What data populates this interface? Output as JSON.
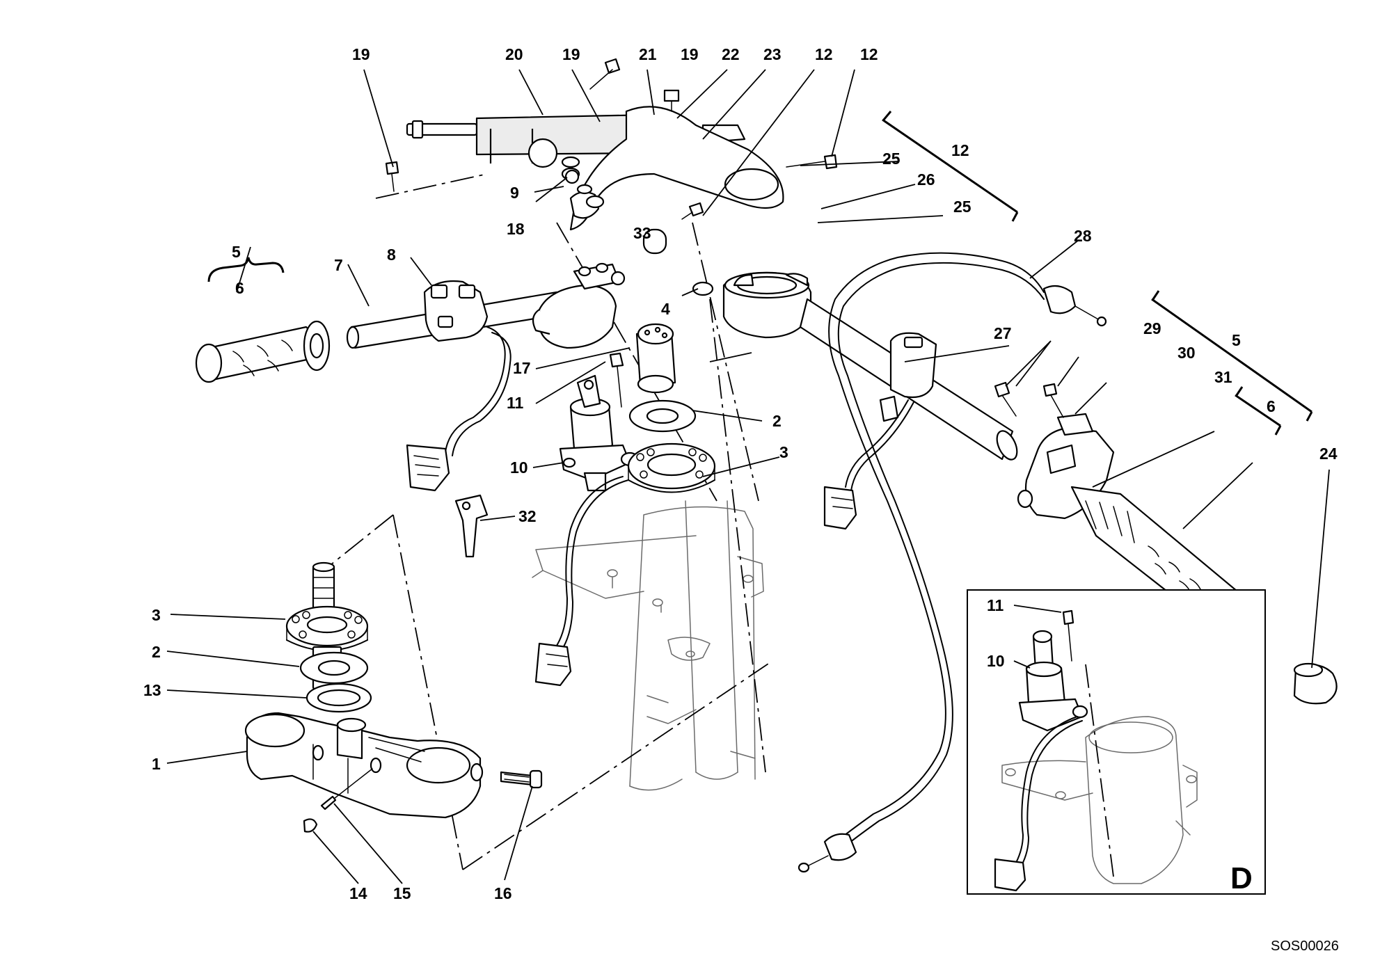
{
  "diagram": {
    "callouts": {
      "c_top_19a": "19",
      "c_top_20": "20",
      "c_top_19b": "19",
      "c_top_21": "21",
      "c_top_19c": "19",
      "c_top_22": "22",
      "c_top_23": "23",
      "c_top_12a": "12",
      "c_top_12b": "12",
      "c_9": "9",
      "c_18": "18",
      "c_33": "33",
      "c_4": "4",
      "c_17": "17",
      "c_11": "11",
      "c_2r": "2",
      "c_3r": "3",
      "c_10": "10",
      "c_32": "32",
      "c_5l": "5",
      "c_6l": "6",
      "c_7": "7",
      "c_8": "8",
      "c_12br": "12",
      "c_25a": "25",
      "c_26": "26",
      "c_25b": "25",
      "c_28": "28",
      "c_27": "27",
      "c_29": "29",
      "c_30": "30",
      "c_31": "31",
      "c_5r": "5",
      "c_6r": "6",
      "c_24": "24",
      "c_3l": "3",
      "c_2l": "2",
      "c_13": "13",
      "c_1": "1",
      "c_14": "14",
      "c_15": "15",
      "c_16": "16",
      "c_d11": "11",
      "c_d10": "10"
    },
    "detail_letter": "D",
    "drawing_code": "SOS00026"
  }
}
